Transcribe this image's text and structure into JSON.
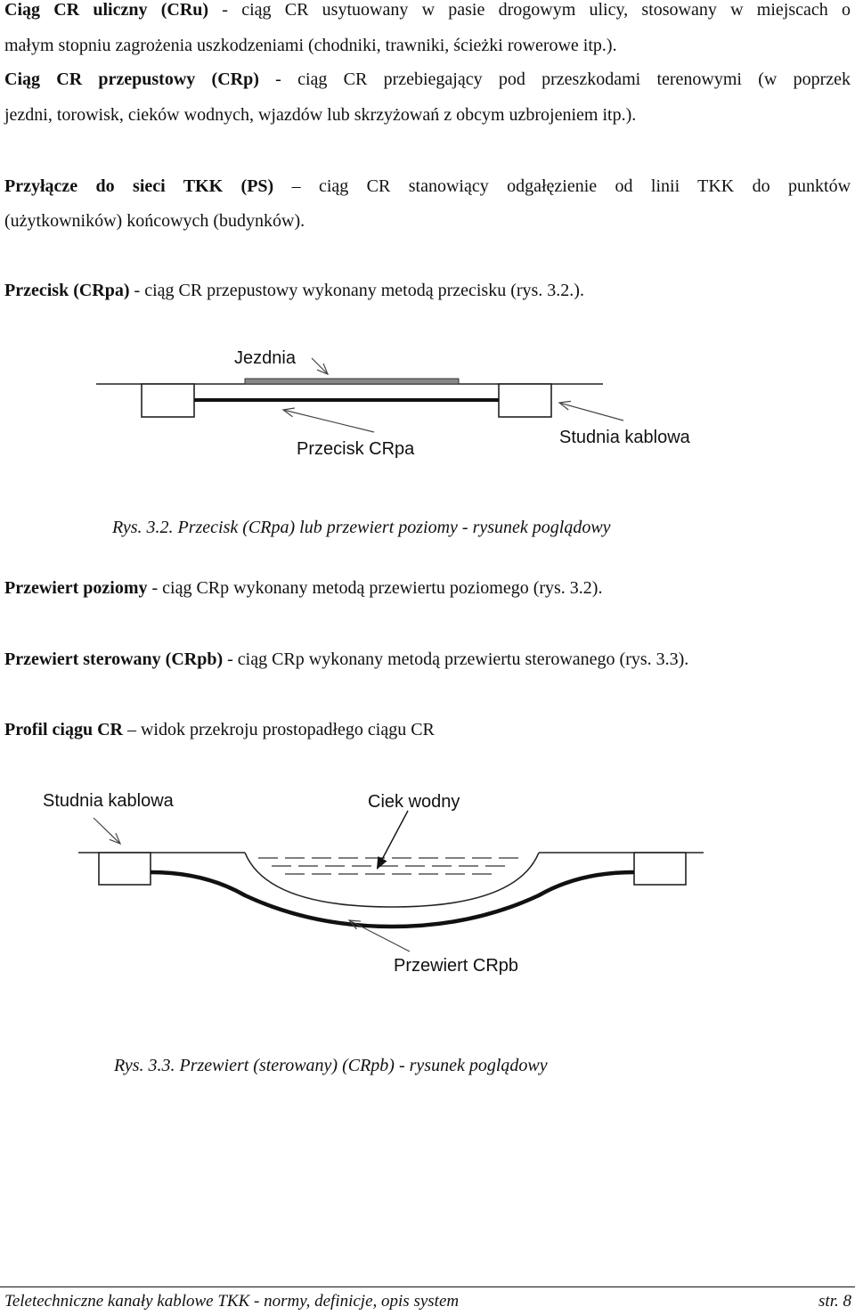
{
  "paragraphs": {
    "p1": {
      "term": "Ciąg CR uliczny (CRu)",
      "line1_rest": " - ciąg CR usytuowany w pasie drogowym ulicy, stosowany w miejscach o",
      "line2": "małym stopniu zagrożenia uszkodzeniami (chodniki, trawniki, ścieżki rowerowe itp.)."
    },
    "p2": {
      "term": "Ciąg CR przepustowy (CRp)",
      "line1_rest": " - ciąg CR przebiegający pod przeszkodami terenowymi (w poprzek",
      "line2": "jezdni, torowisk, cieków wodnych, wjazdów lub skrzyżowań z obcym uzbrojeniem itp.)."
    },
    "p3": {
      "term": "Przyłącze do sieci TKK (PS)",
      "line1_rest": " – ciąg CR stanowiący odgałęzienie od linii TKK do punktów",
      "line2": "(użytkowników) końcowych (budynków)."
    },
    "p4": {
      "term": "Przecisk (CRpa)",
      "text": " - ciąg CR przepustowy wykonany metodą przecisku (rys. 3.2.)."
    },
    "p5": {
      "term": "Przewiert poziomy",
      "text": " - ciąg CRp wykonany metodą przewiertu poziomego (rys. 3.2)."
    },
    "p6": {
      "term": "Przewiert sterowany (CRpb)",
      "text": " - ciąg CRp wykonany metodą przewiertu sterowanego (rys. 3.3)."
    },
    "p7": {
      "term": "Profil ciągu CR",
      "text": " – widok przekroju prostopadłego ciągu CR"
    }
  },
  "figure1": {
    "labels": {
      "road": "Jezdnia",
      "pipe": "Przecisk CRpa",
      "well": "Studnia kablowa"
    },
    "caption": "Rys. 3.2. Przecisk (CRpa) lub przewiert poziomy - rysunek poglądowy"
  },
  "figure2": {
    "labels": {
      "well": "Studnia kablowa",
      "stream": "Ciek wodny",
      "bore": "Przewiert CRpb"
    },
    "caption": "Rys. 3.3. Przewiert (sterowany) (CRpb) - rysunek poglądowy"
  },
  "footer": {
    "title": "Teletechniczne kanały kablowe TKK - normy, definicje, opis system",
    "page": "str. 8"
  }
}
